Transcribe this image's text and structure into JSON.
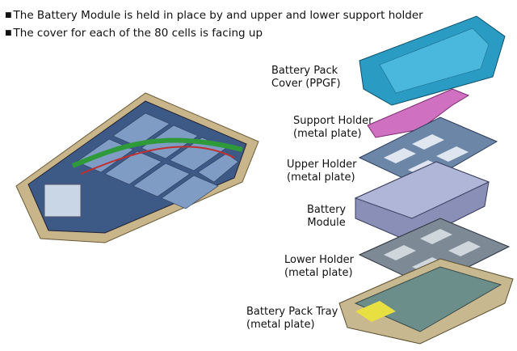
{
  "bullets": [
    "The Battery Module is held in place by and upper and lower support holder",
    "The cover for each of the 80 cells is facing up"
  ],
  "labels": {
    "cover": [
      "Battery Pack",
      "Cover (PPGF)"
    ],
    "support": [
      "Support Holder",
      "(metal plate)"
    ],
    "upper": [
      "Upper Holder",
      "(metal plate)"
    ],
    "module": [
      "Battery",
      "Module"
    ],
    "lower": [
      "Lower Holder",
      "(metal plate)"
    ],
    "tray": [
      "Battery Pack Tray",
      "(metal plate)"
    ]
  },
  "colors": {
    "cover": "#2a9cc4",
    "support": "#d070c0",
    "holder": "#6c86a8",
    "module": "#8a8fb8",
    "tray": "#c8b890"
  }
}
